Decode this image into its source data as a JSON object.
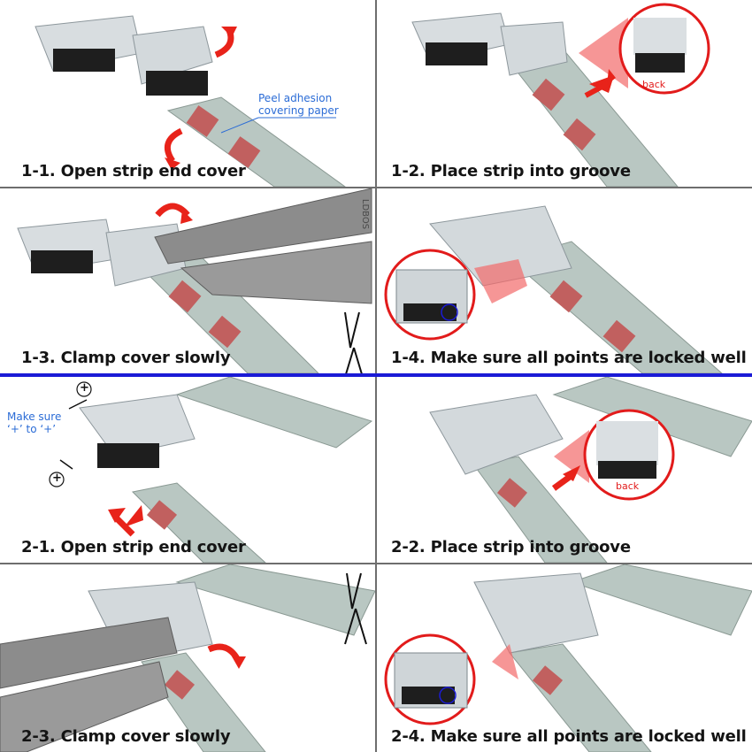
{
  "panels": [
    {
      "caption": "1-1. Open strip end cover",
      "note": [
        "Peel adhesion",
        "covering paper"
      ]
    },
    {
      "caption": "1-2. Place strip into groove",
      "zoom_label": "back"
    },
    {
      "caption": "1-3. Clamp cover slowly",
      "plier_text": "LDBOS"
    },
    {
      "caption": "1-4. Make sure all points are locked well"
    },
    {
      "caption": "2-1. Open strip end cover",
      "note": [
        "Make sure",
        "‘+’  to  ‘+’"
      ],
      "plus_sign": "+"
    },
    {
      "caption": "2-2. Place strip into groove",
      "zoom_label": "back"
    },
    {
      "caption": "2-3. Clamp cover slowly"
    },
    {
      "caption": "2-4. Make sure all points are locked well"
    }
  ],
  "colors": {
    "arrow": "#e8231a",
    "zoom_circle": "#e21b1b",
    "section_divider": "#1b1bd6",
    "note_text": "#2b6cd6"
  }
}
